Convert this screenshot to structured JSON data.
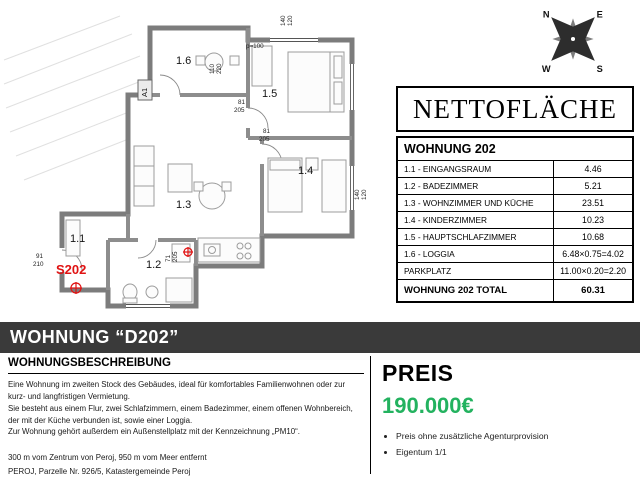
{
  "banner": {
    "title": "WOHNUNG “D202”"
  },
  "plan": {
    "rooms": {
      "r11": "1.1",
      "r12": "1.2",
      "r13": "1.3",
      "r14": "1.4",
      "r15": "1.5",
      "r16": "1.6"
    },
    "unit_label": "S202",
    "marker": "A1",
    "dims": [
      "140",
      "120",
      "p=100",
      "110",
      "220",
      "81",
      "205",
      "81",
      "205",
      "140",
      "120",
      "91",
      "210",
      "71",
      "205"
    ]
  },
  "compass": {
    "n": "N",
    "e": "E",
    "s": "S",
    "w": "W"
  },
  "netto": {
    "title": "NETTOFLÄCHE",
    "header": "WOHNUNG 202",
    "rows": [
      {
        "label": "1.1 - EINGANGSRAUM",
        "value": "4.46"
      },
      {
        "label": "1.2 - BADEZIMMER",
        "value": "5.21"
      },
      {
        "label": "1.3 - WOHNZIMMER UND KÜCHE",
        "value": "23.51"
      },
      {
        "label": "1.4 - KINDERZIMMER",
        "value": "10.23"
      },
      {
        "label": "1.5 - HAUPTSCHLAFZIMMER",
        "value": "10.68"
      },
      {
        "label": "1.6 - LOGGIA",
        "value": "6.48×0.75=4.02"
      },
      {
        "label": "PARKPLATZ",
        "value": "11.00×0.20=2.20"
      }
    ],
    "total_label": "WOHNUNG 202 TOTAL",
    "total_value": "60.31"
  },
  "description": {
    "heading": "WOHNUNGSBESCHREIBUNG",
    "paragraphs": [
      "Eine Wohnung im zweiten Stock des Gebäudes, ideal für komfortables Familienwohnen oder zur kurz- und langfristigen Vermietung.",
      "Sie besteht aus einem Flur, zwei Schlafzimmern, einem Badezimmer, einem offenen Wohnbereich, der mit der Küche verbunden ist, sowie einer Loggia.",
      "Zur Wohnung gehört außerdem ein Außenstellplatz mit der Kennzeichnung „PM10“."
    ],
    "location_lines": [
      "300 m vom Zentrum von Peroj, 950 m vom Meer entfernt",
      "PEROJ, Parzelle Nr. 926/5, Katastergemeinde Peroj"
    ]
  },
  "price": {
    "heading": "PREIS",
    "value": "190.000€",
    "bullets": [
      "Preis ohne zusätzliche Agenturprovision",
      "Eigentum 1/1"
    ]
  },
  "colors": {
    "green": "#23b25f",
    "banner": "#3a3a3a",
    "red": "#e01212"
  }
}
